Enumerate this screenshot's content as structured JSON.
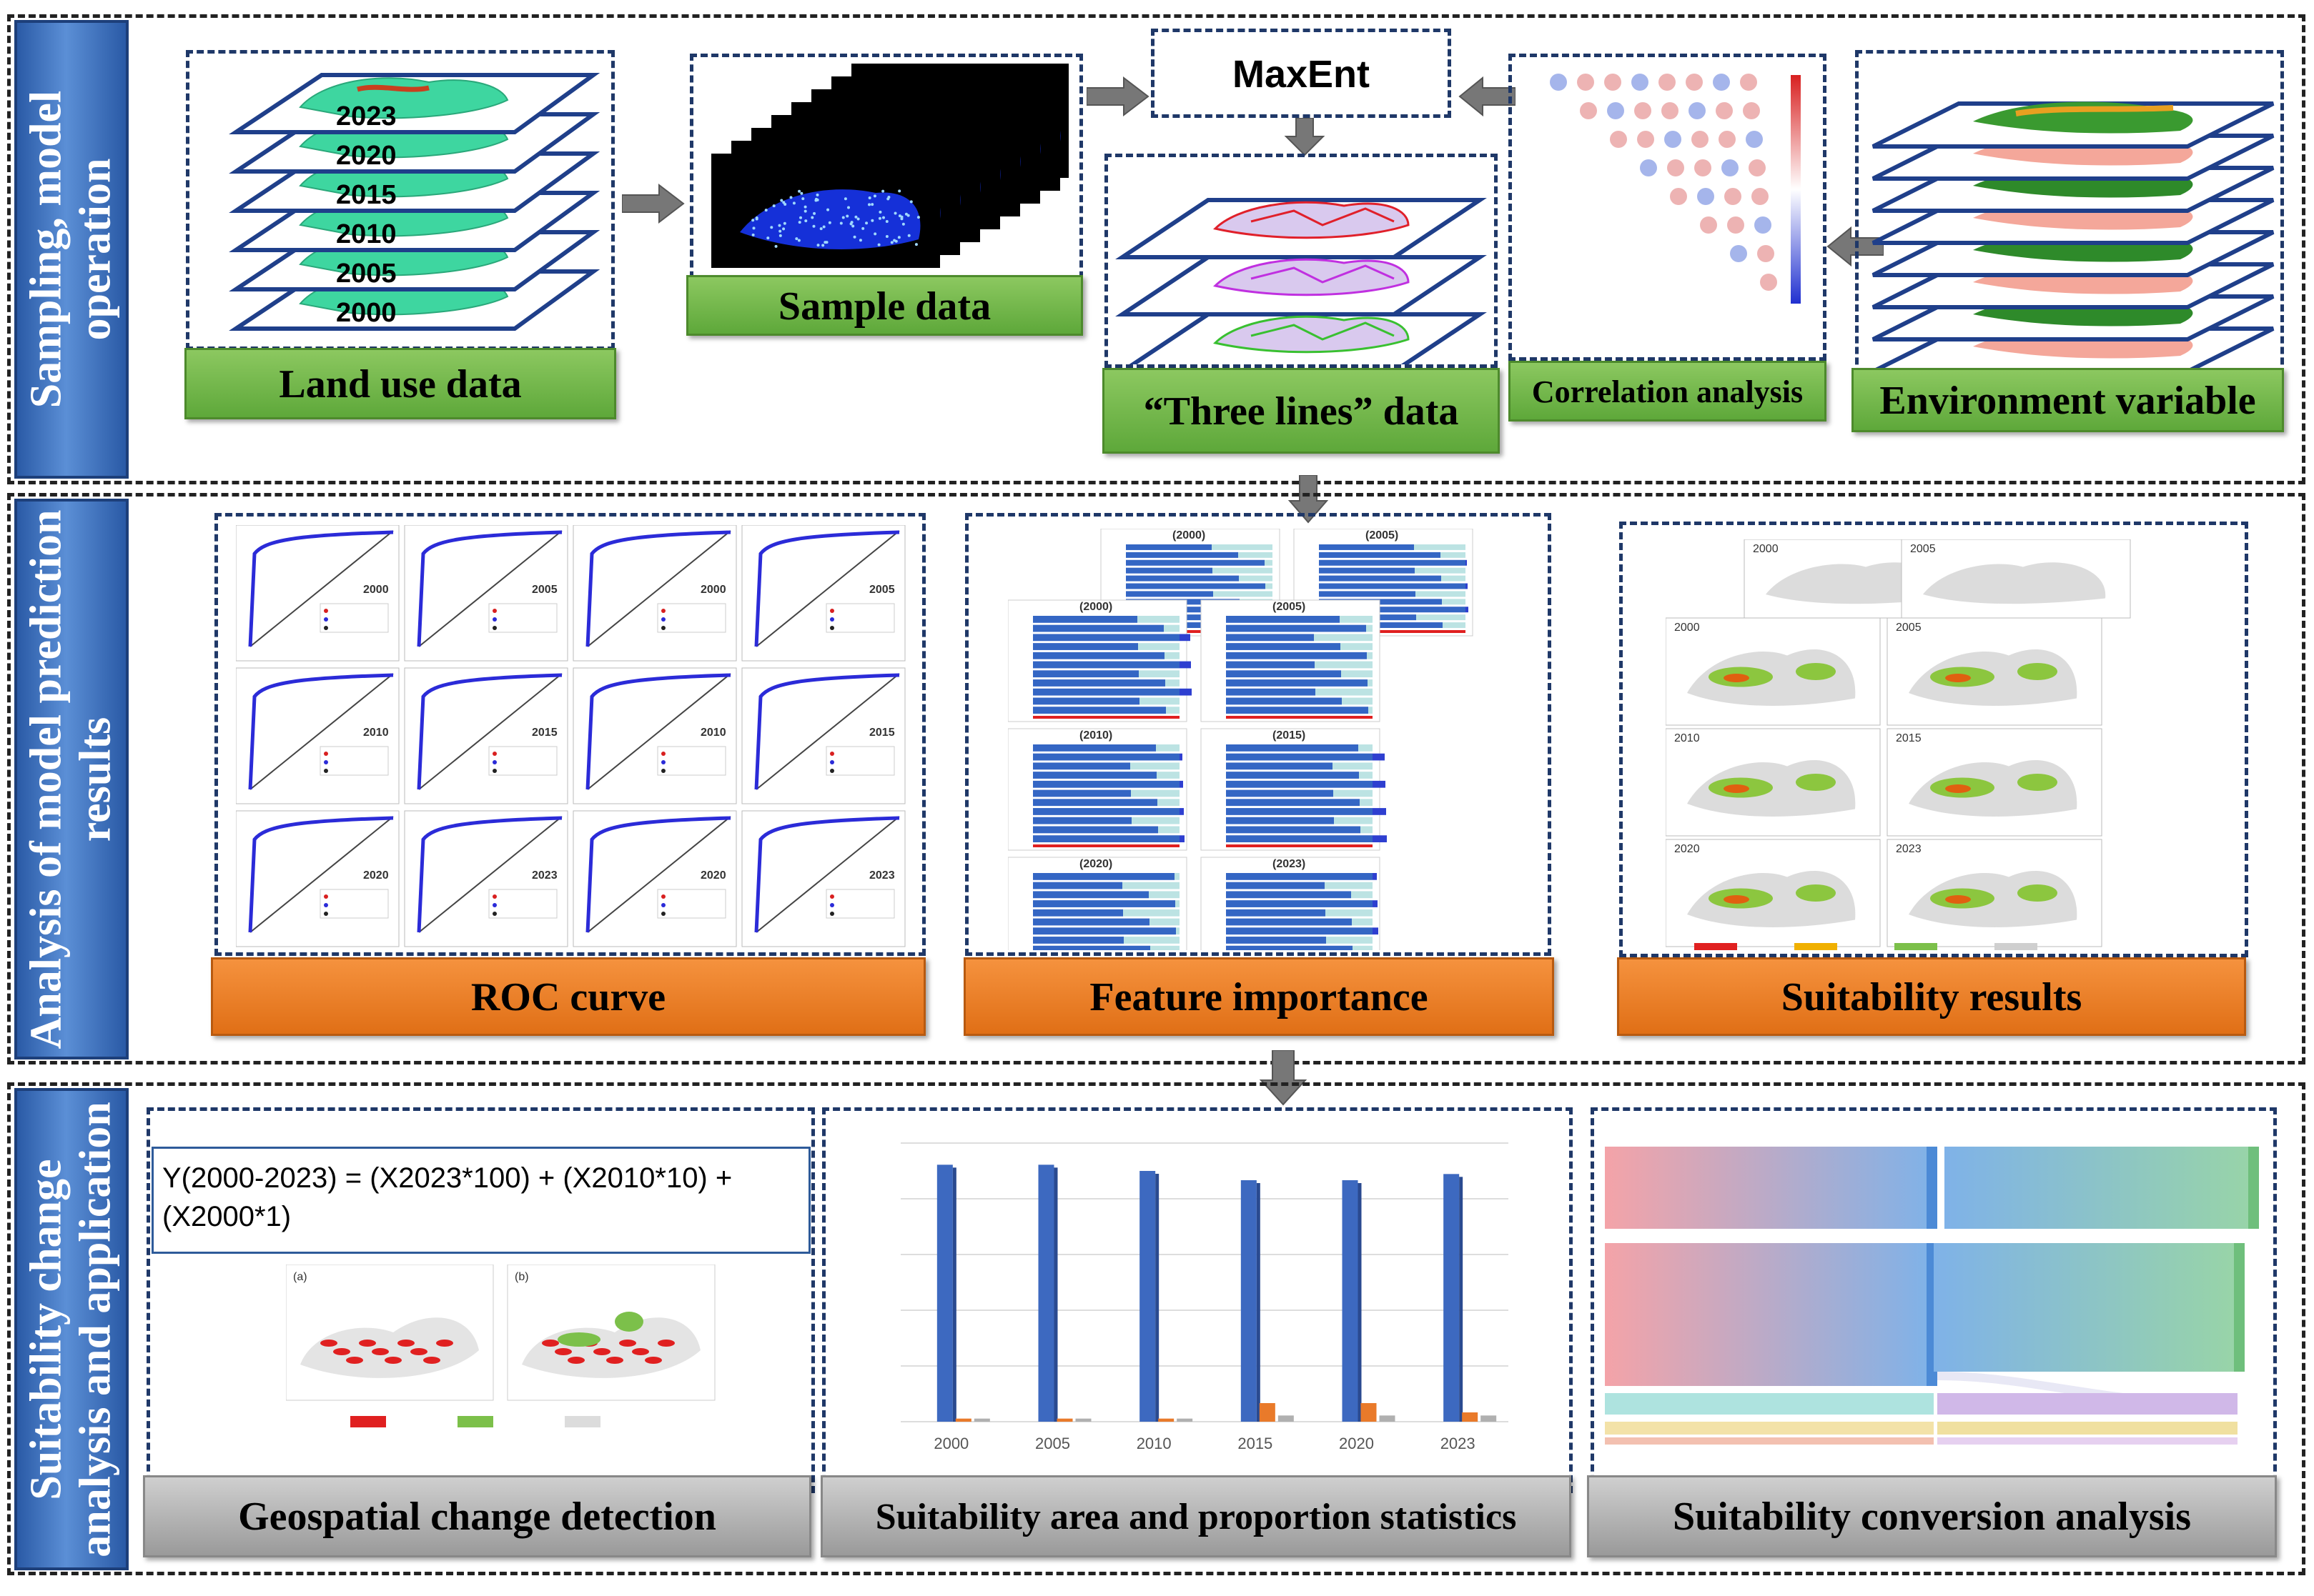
{
  "sections": {
    "s1": "Sampling, model operation",
    "s2": "Analysis of model prediction results",
    "s3": "Suitability change analysis and application"
  },
  "land_years": [
    "2000",
    "2005",
    "2010",
    "2015",
    "2020",
    "2023"
  ],
  "labels": {
    "land_use": "Land use data",
    "sample": "Sample data",
    "maxent": "MaxEnt",
    "three_lines": "“Three lines” data",
    "correlation": "Correlation analysis",
    "environment": "Environment variable",
    "roc": "ROC curve",
    "feature": "Feature importance",
    "suitability": "Suitability results",
    "geospatial": "Geospatial change detection",
    "area_stats": "Suitability area and proportion statistics",
    "conversion": "Suitability conversion analysis"
  },
  "formula": "Y(2000-2023) = (X2023*100) + (X2010*10) + (X2000*1)",
  "roc_years": [
    "2000",
    "2005",
    "2000",
    "2005",
    "2010",
    "2015",
    "2010",
    "2015",
    "2020",
    "2023",
    "2020",
    "2023"
  ],
  "feature_years": [
    "(2000)",
    "(2005)",
    "(2000)",
    "(2005)",
    "(2010)",
    "(2015)",
    "(2020)",
    "(2023)"
  ],
  "suit_years": [
    "2000",
    "2005",
    "2000",
    "2005",
    "2010",
    "2015",
    "2020",
    "2023"
  ],
  "geo_panels": [
    "(a)",
    "(b)"
  ],
  "chart_data": {
    "type": "bar",
    "categories": [
      "2000",
      "2005",
      "2010",
      "2015",
      "2020",
      "2023"
    ],
    "series": [
      {
        "values": [
          83,
          83,
          81,
          78,
          78,
          80
        ]
      },
      {
        "values": [
          1,
          1,
          1,
          6,
          6,
          3
        ]
      },
      {
        "values": [
          1,
          1,
          1,
          2,
          2,
          2
        ]
      }
    ],
    "ylim": [
      0,
      90
    ],
    "colors": [
      "#3d69c0",
      "#e97a2a",
      "#b0b0b0"
    ]
  },
  "colors": {
    "sidebar": "#3a6cc0",
    "green_label": "#6ab041",
    "orange_label": "#ec7e25",
    "gray_label": "#aaaaaa"
  }
}
